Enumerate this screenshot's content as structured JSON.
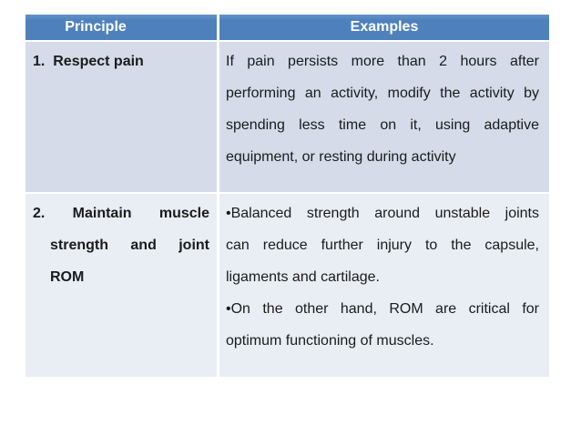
{
  "colors": {
    "header_bg": "#4e81bc",
    "header_text": "#ffffff",
    "row_odd_bg": "#d5dbe8",
    "row_even_bg": "#e9edf4",
    "body_text": "#1b1b1b",
    "page_bg": "#ffffff"
  },
  "table": {
    "headers": {
      "principle": "Principle",
      "examples": "Examples"
    },
    "rows": [
      {
        "principle": {
          "lines": [
            "1.  Respect pain"
          ]
        },
        "examples": {
          "paragraphs": [
            {
              "lines": [
                "If pain persists more than 2 hours after",
                "performing an activity, modify the activity by",
                "spending less time on it, using adaptive",
                "equipment, or resting during activity"
              ]
            }
          ]
        }
      },
      {
        "principle": {
          "lines": [
            "2. Maintain muscle",
            "strength and joint",
            "ROM"
          ]
        },
        "examples": {
          "paragraphs": [
            {
              "lines": [
                "•Balanced strength around unstable joints",
                "can reduce further injury to the capsule,",
                "ligaments and cartilage."
              ]
            },
            {
              "lines": [
                "•On the other hand, ROM are critical for",
                "optimum functioning of muscles."
              ]
            }
          ]
        }
      }
    ]
  }
}
